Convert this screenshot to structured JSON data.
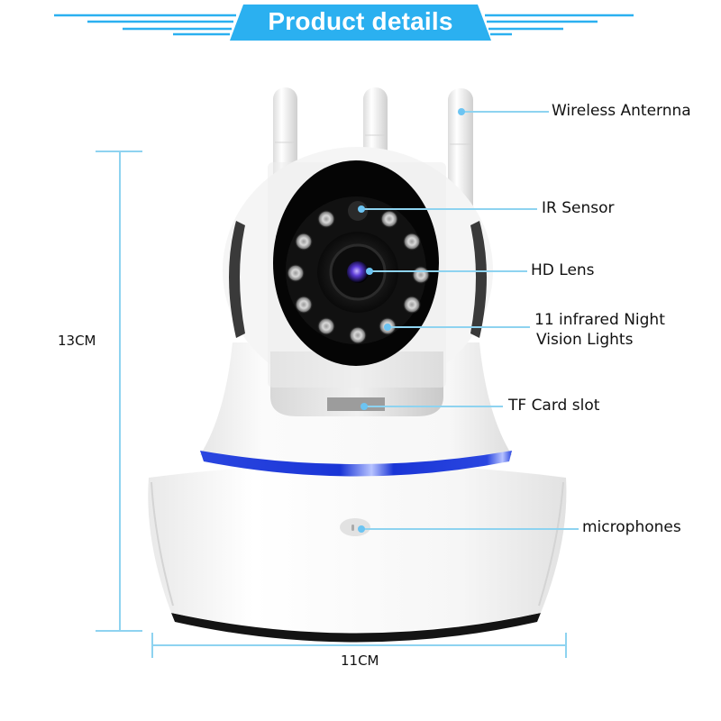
{
  "header": {
    "title": "Product details",
    "accent_color": "#2BB0F0"
  },
  "callouts": [
    {
      "id": "antenna",
      "label": "Wireless Anternna"
    },
    {
      "id": "ir-sensor",
      "label": "IR Sensor"
    },
    {
      "id": "hd-lens",
      "label": "HD Lens"
    },
    {
      "id": "night-vision",
      "label_line1": "11 infrared Night",
      "label_line2": "Vision Lights"
    },
    {
      "id": "tf-card",
      "label": "TF Card slot"
    },
    {
      "id": "microphone",
      "label": "microphones"
    }
  ],
  "dimensions": {
    "height": "13CM",
    "width": "11CM",
    "line_color": "#8ED3F0"
  },
  "colors": {
    "callout_line": "#8ED3F0",
    "callout_dot": "#6CC4F2",
    "ring_light": "#1F3FD8",
    "face": "#050505",
    "body": "#F4F4F4"
  },
  "product": {
    "antenna_count": 3,
    "ir_led_count": 11
  }
}
